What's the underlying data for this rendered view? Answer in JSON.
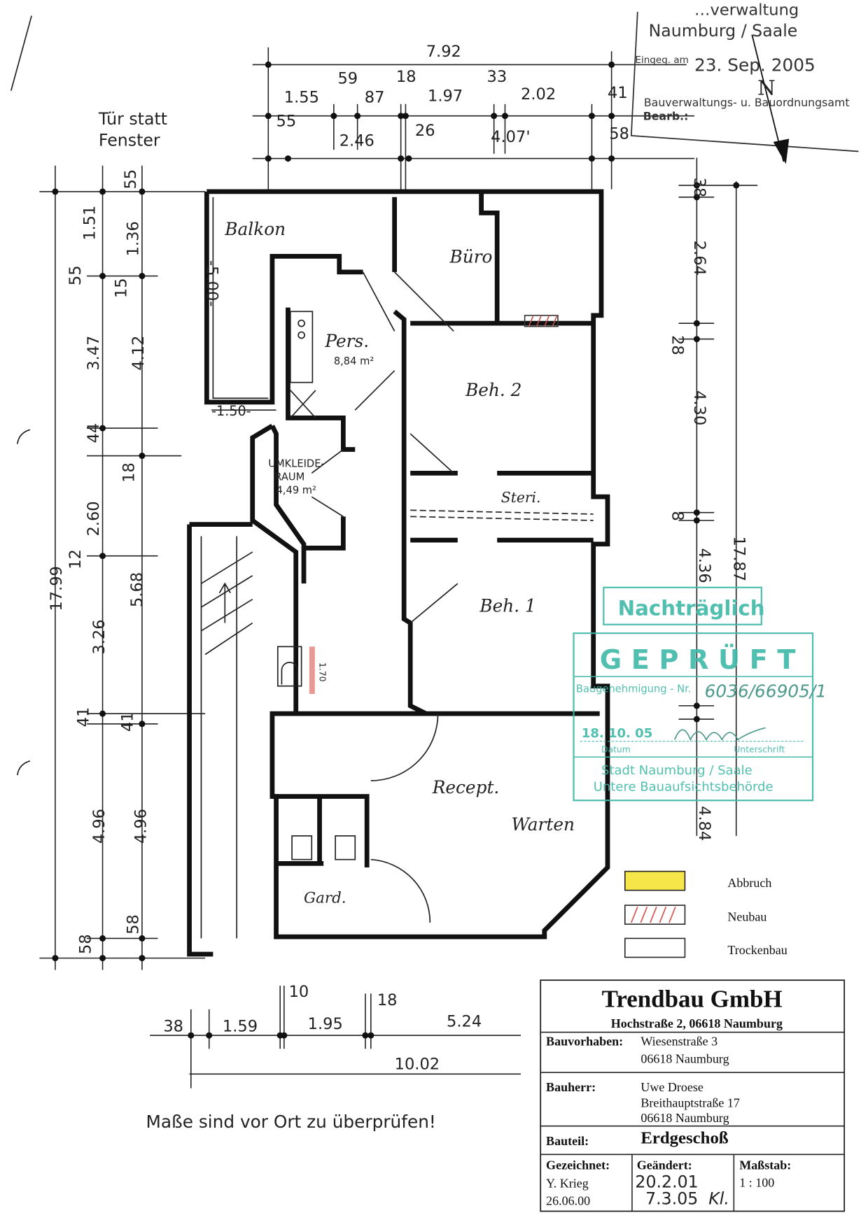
{
  "top_dimensions": {
    "total": "7.92",
    "row1": [
      "59",
      "18",
      "33"
    ],
    "row2": [
      "1.55",
      "87",
      "1.97",
      "2.02",
      "41"
    ],
    "row3": [
      "55",
      "2.46",
      "26",
      "4.07'",
      "58"
    ]
  },
  "left_dimensions": {
    "outer": [
      "1.51",
      "55",
      "3.47",
      "44",
      "2.60",
      "12",
      "3.26",
      "41",
      "4.96",
      "58"
    ],
    "total": "17.99",
    "inner": [
      "55",
      "1.36",
      "15",
      "4.12",
      "18",
      "5.68",
      "41",
      "4.96",
      "58"
    ]
  },
  "right_dimensions": {
    "inner": [
      "38",
      "2.64",
      "28",
      "4.30",
      "8",
      "4.36",
      "4.84"
    ],
    "total": "17.87"
  },
  "bottom_dimensions": {
    "row1": [
      "38",
      "1.59",
      "10",
      "1.95",
      "18",
      "5.24"
    ],
    "total": "10.02"
  },
  "rooms": {
    "balkon": "Balkon",
    "buero": "Büro",
    "pers": "Pers.",
    "pers_area": "8,84 m²",
    "beh2": "Beh. 2",
    "umkleide_1": "UMKLEIDE-",
    "umkleide_2": "RAUM",
    "umkleide_area": "4,49 m²",
    "steri": "Steri.",
    "beh1": "Beh. 1",
    "recept": "Recept.",
    "warten": "Warten",
    "gard": "Gard.",
    "balkon_depth": "-5.00-",
    "balkon_width": "-1.50-",
    "wc_dim": "1.70"
  },
  "notes": {
    "door_note_1": "Tür statt",
    "door_note_2": "Fenster",
    "check_note": "Maße sind vor Ort zu überprüfen!"
  },
  "legend": [
    {
      "label": "Abbruch",
      "color": "#f7e64a"
    },
    {
      "label": "Neubau",
      "color": "#d9534f"
    },
    {
      "label": "Trockenbau",
      "color": "#ffffff"
    }
  ],
  "received_stamp": {
    "line1": "…verwaltung",
    "line2": "Naumburg / Saale",
    "received_label": "Eingeg. am",
    "received_date": "23. Sep. 2005",
    "office": "Bauverwaltungs- u. Bauordnungsamt",
    "processor": "Bearb.:"
  },
  "north_arrow": "N",
  "approval_stamp": {
    "subsequent": "Nachträglich",
    "approved": "GEPRÜFT",
    "permit_label": "Baugenehmigung - Nr.",
    "permit_number": "6036/66905/1",
    "date": "18. 10. 05",
    "date_label": "Datum",
    "signature_label": "Unterschrift",
    "authority_1": "Stadt Naumburg / Saale",
    "authority_2": "Untere Bauaufsichtsbehörde",
    "color": "#3fb9a8"
  },
  "title_block": {
    "company": "Trendbau GmbH",
    "company_address": "Hochstraße 2,  06618 Naumburg",
    "project_label": "Bauvorhaben:",
    "project_lines": [
      "Wiesenstraße 3",
      "06618 Naumburg"
    ],
    "client_label": "Bauherr:",
    "client_lines": [
      "Uwe Droese",
      "Breithauptstraße 17",
      "06618 Naumburg"
    ],
    "part_label": "Bauteil:",
    "part_value": "Erdgeschoß",
    "drawn_label": "Gezeichnet:",
    "drawn_by": "Y. Krieg",
    "drawn_date": "26.06.00",
    "changed_label": "Geändert:",
    "changed_dates": [
      "20.2.01",
      "7.3.05"
    ],
    "changed_initials": "Kl.",
    "scale_label": "Maßstab:",
    "scale_value": "1 : 100"
  }
}
